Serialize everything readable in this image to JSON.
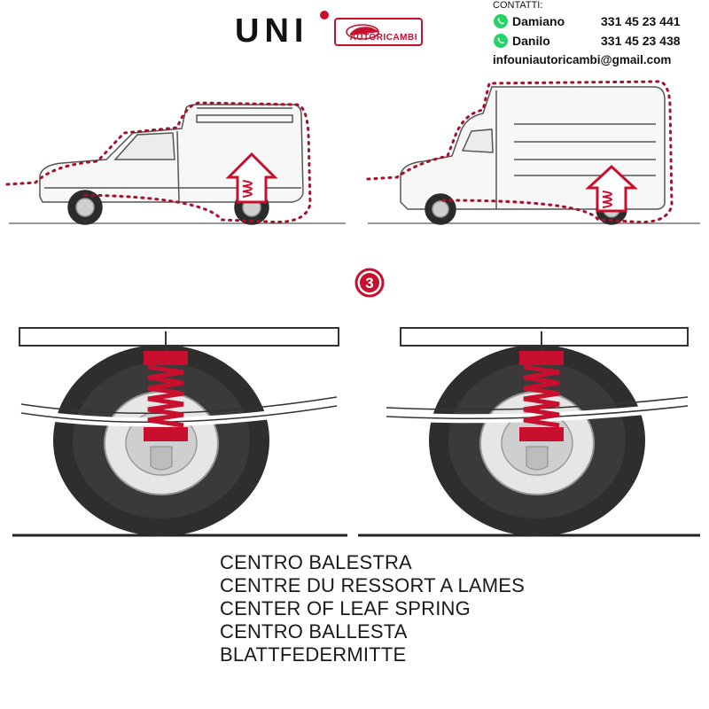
{
  "header": {
    "logo_text": "UNI",
    "logo_sub": "AUTORICAMBI",
    "contacts_label": "CONTATTI:",
    "contacts": [
      {
        "name": "Damiano",
        "phone": "331 45 23 441"
      },
      {
        "name": "Danilo",
        "phone": "331 45 23 438"
      }
    ],
    "email": "infouniautoricambi@gmail.com"
  },
  "step_number": "3",
  "caption_lines": [
    "CENTRO BALESTRA",
    "CENTRE DU RESSORT A LAMES",
    "CENTER OF LEAF SPRING",
    "CENTRO BALLESTA",
    "BLATTFEDERMITTE"
  ],
  "colors": {
    "accent": "#c8102e",
    "spring": "#c8102e",
    "tire": "#2a2a2a",
    "outline": "#444444",
    "watermark": "#e9e9e9"
  }
}
